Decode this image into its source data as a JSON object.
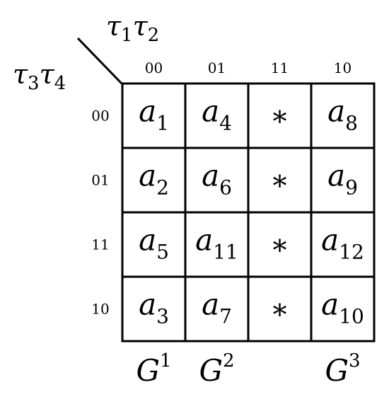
{
  "axes": {
    "column_variables": [
      {
        "base": "τ",
        "sub": "1"
      },
      {
        "base": "τ",
        "sub": "2"
      }
    ],
    "row_variables": [
      {
        "base": "τ",
        "sub": "3"
      },
      {
        "base": "τ",
        "sub": "4"
      }
    ]
  },
  "column_codes": [
    "00",
    "01",
    "11",
    "10"
  ],
  "row_codes": [
    "00",
    "01",
    "11",
    "10"
  ],
  "cells": [
    [
      {
        "base": "a",
        "sub": "1"
      },
      {
        "base": "a",
        "sub": "4"
      },
      {
        "star": "*"
      },
      {
        "base": "a",
        "sub": "8"
      }
    ],
    [
      {
        "base": "a",
        "sub": "2"
      },
      {
        "base": "a",
        "sub": "6"
      },
      {
        "star": "*"
      },
      {
        "base": "a",
        "sub": "9"
      }
    ],
    [
      {
        "base": "a",
        "sub": "5"
      },
      {
        "base": "a",
        "sub": "11"
      },
      {
        "star": "*"
      },
      {
        "base": "a",
        "sub": "12"
      }
    ],
    [
      {
        "base": "a",
        "sub": "3"
      },
      {
        "base": "a",
        "sub": "7"
      },
      {
        "star": "*"
      },
      {
        "base": "a",
        "sub": "10"
      }
    ]
  ],
  "groups": [
    {
      "base": "G",
      "sup": "1",
      "column": 0
    },
    {
      "base": "G",
      "sup": "2",
      "column": 1
    },
    {
      "base": "G",
      "sup": "3",
      "column": 3
    }
  ]
}
